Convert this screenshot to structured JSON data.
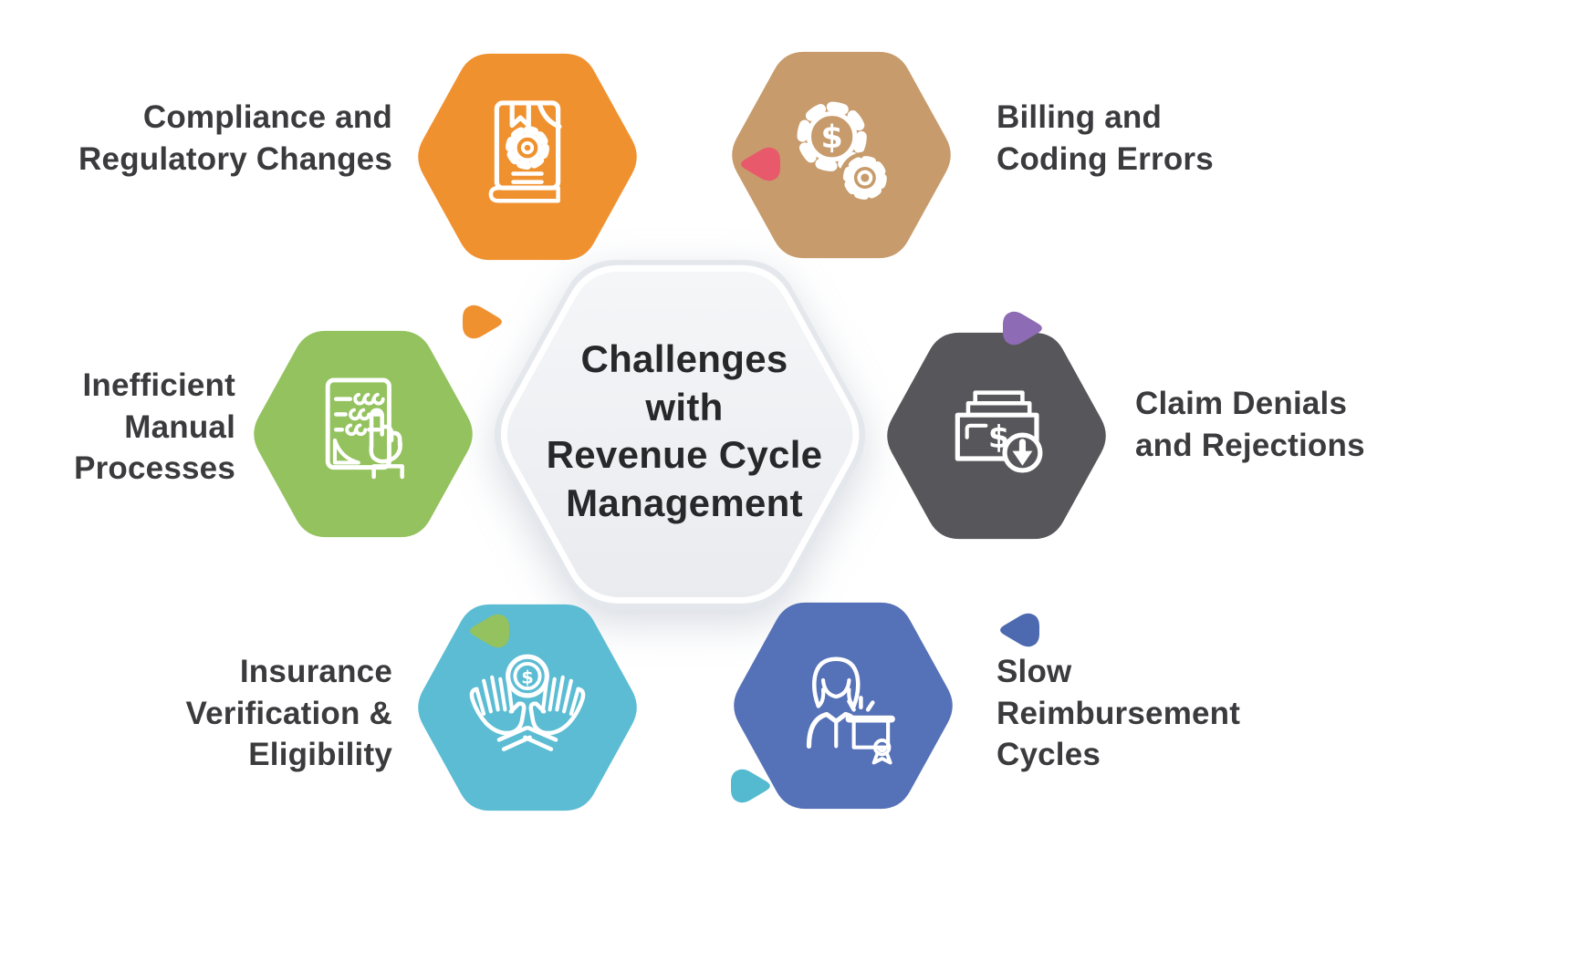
{
  "center": {
    "title": "Challenges\nwith\nRevenue Cycle\nManagement",
    "fill": "#edeff3",
    "border": "#ffffff"
  },
  "items": [
    {
      "id": "compliance",
      "label": "Compliance and\nRegulatory Changes",
      "color": "#f0912f",
      "icon": "book-gear-icon"
    },
    {
      "id": "billing",
      "label": "Billing and\nCoding Errors",
      "color": "#c79b6b",
      "icon": "gears-dollar-icon"
    },
    {
      "id": "manual",
      "label": "Inefficient\nManual\nProcesses",
      "color": "#93c25e",
      "icon": "checklist-hand-icon"
    },
    {
      "id": "claims",
      "label": "Claim Denials\nand Rejections",
      "color": "#57575b",
      "icon": "cash-decline-icon"
    },
    {
      "id": "insurance",
      "label": "Insurance\nVerification &\nEligibility",
      "color": "#5bbcd3",
      "icon": "hands-coin-icon"
    },
    {
      "id": "slow",
      "label": "Slow\nReimbursement\nCycles",
      "color": "#5571b7",
      "icon": "person-certificate-icon"
    }
  ],
  "icon_glyphs": {
    "dollar": "$"
  },
  "markers": [
    {
      "name": "marker-red",
      "color": "#e8596c",
      "direction": "left"
    },
    {
      "name": "marker-orange",
      "color": "#f0912f",
      "direction": "right"
    },
    {
      "name": "marker-purple",
      "color": "#8d6cb5",
      "direction": "right"
    },
    {
      "name": "marker-green",
      "color": "#93c25e",
      "direction": "left"
    },
    {
      "name": "marker-blue",
      "color": "#4d6ab0",
      "direction": "left"
    },
    {
      "name": "marker-cyan",
      "color": "#54bacf",
      "direction": "right"
    }
  ],
  "text_color": "#3b3b3e"
}
